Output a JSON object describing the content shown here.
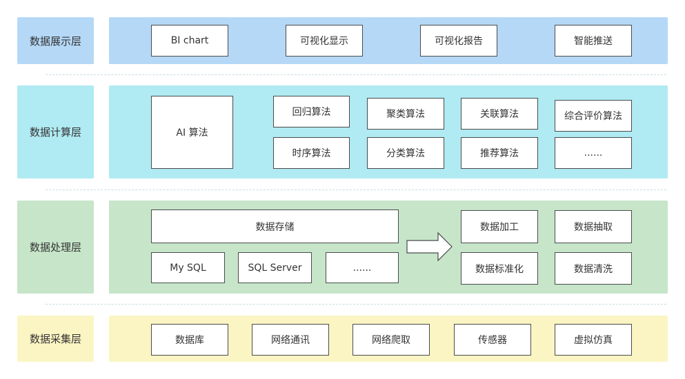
{
  "colors": {
    "display": "#b5d8f7",
    "compute": "#b0eaf2",
    "process": "#c6e5c9",
    "collect": "#fbf5c3",
    "box_border": "#4a4a4a"
  },
  "layers": {
    "display": {
      "label": "数据展示层",
      "items": [
        "BI chart",
        "可视化显示",
        "可视化报告",
        "智能推送"
      ]
    },
    "compute": {
      "label": "数据计算层",
      "ai": "AI 算法",
      "row1": [
        "回归算法",
        "聚类算法",
        "关联算法",
        "综合评价算法"
      ],
      "row2": [
        "时序算法",
        "分类算法",
        "推荐算法",
        "......"
      ]
    },
    "process": {
      "label": "数据处理层",
      "storage": "数据存储",
      "storage_items": [
        "My SQL",
        "SQL Server",
        "......"
      ],
      "right_row1": [
        "数据加工",
        "数据抽取"
      ],
      "right_row2": [
        "数据标准化",
        "数据清洗"
      ]
    },
    "collect": {
      "label": "数据采集层",
      "items": [
        "数据库",
        "网络通讯",
        "网络爬取",
        "传感器",
        "虚拟仿真"
      ]
    }
  }
}
